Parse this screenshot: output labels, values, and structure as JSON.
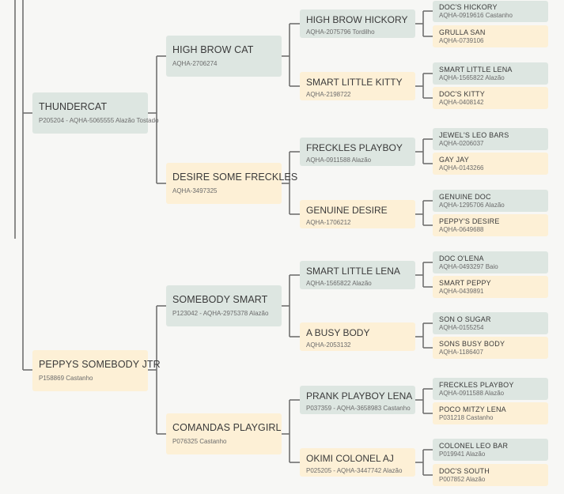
{
  "pedigree": {
    "sire": {
      "name": "THUNDERCAT",
      "detail": "P205204 - AQHA-5065555 Alazão Tostado",
      "sire": {
        "name": "HIGH BROW CAT",
        "detail": "AQHA-2706274",
        "sire": {
          "name": "HIGH BROW HICKORY",
          "detail": "AQHA-2075796 Tordilho",
          "sire": {
            "name": "DOC'S HICKORY",
            "detail": "AQHA-0919616 Castanho"
          },
          "dam": {
            "name": "GRULLA SAN",
            "detail": "AQHA-0739106"
          }
        },
        "dam": {
          "name": "SMART LITTLE KITTY",
          "detail": "AQHA-2198722",
          "sire": {
            "name": "SMART LITTLE LENA",
            "detail": "AQHA-1565822 Alazão"
          },
          "dam": {
            "name": "DOC'S KITTY",
            "detail": "AQHA-0408142"
          }
        }
      },
      "dam": {
        "name": "DESIRE SOME FRECKLES",
        "detail": "AQHA-3497325",
        "sire": {
          "name": "FRECKLES PLAYBOY",
          "detail": "AQHA-0911588 Alazão",
          "sire": {
            "name": "JEWEL'S LEO BARS",
            "detail": "AQHA-0206037"
          },
          "dam": {
            "name": "GAY JAY",
            "detail": "AQHA-0143266"
          }
        },
        "dam": {
          "name": "GENUINE DESIRE",
          "detail": "AQHA-1706212",
          "sire": {
            "name": "GENUINE DOC",
            "detail": "AQHA-1295706 Alazão"
          },
          "dam": {
            "name": "PEPPY'S DESIRE",
            "detail": "AQHA-0649688"
          }
        }
      }
    },
    "dam": {
      "name": "PEPPYS SOMEBODY JTR",
      "detail": "P158869 Castanho",
      "sire": {
        "name": "SOMEBODY SMART",
        "detail": "P123042 - AQHA-2975378 Alazão",
        "sire": {
          "name": "SMART LITTLE LENA",
          "detail": "AQHA-1565822 Alazão",
          "sire": {
            "name": "DOC O'LENA",
            "detail": "AQHA-0493297 Baio"
          },
          "dam": {
            "name": "SMART PEPPY",
            "detail": "AQHA-0439891"
          }
        },
        "dam": {
          "name": "A BUSY BODY",
          "detail": "AQHA-2053132",
          "sire": {
            "name": "SON O SUGAR",
            "detail": "AQHA-0155254"
          },
          "dam": {
            "name": "SONS BUSY BODY",
            "detail": "AQHA-1186407"
          }
        }
      },
      "dam": {
        "name": "COMANDAS PLAYGIRL",
        "detail": "P076325 Castanho",
        "sire": {
          "name": "PRANK PLAYBOY LENA",
          "detail": "P037359 - AQHA-3658983 Castanho",
          "sire": {
            "name": "FRECKLES PLAYBOY",
            "detail": "AQHA-0911588 Alazão"
          },
          "dam": {
            "name": "POCO MITZY LENA",
            "detail": "P031218 Castanho"
          }
        },
        "dam": {
          "name": "OKIMI COLONEL AJ",
          "detail": "P025205 - AQHA-3447742 Alazão",
          "sire": {
            "name": "COLONEL LEO BAR",
            "detail": "P019941 Alazão"
          },
          "dam": {
            "name": "DOC'S SOUTH",
            "detail": "P007852 Alazão"
          }
        }
      }
    }
  },
  "colors": {
    "sire_box": "#dde6e1",
    "dam_box": "#fdf0d6",
    "connector": "#707070",
    "background": "#f7f7f5"
  }
}
